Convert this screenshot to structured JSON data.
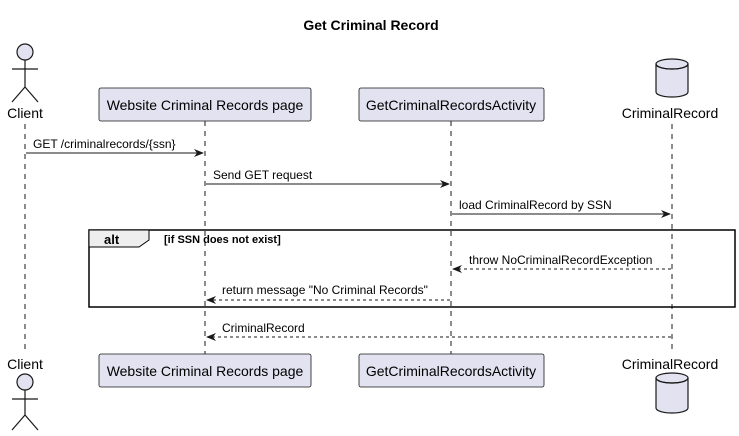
{
  "title": "Get Criminal Record",
  "colors": {
    "box_fill": "#E2E2F0",
    "box_stroke": "#181818",
    "line": "#181818",
    "alt_header_fill": "#EEEEEE"
  },
  "participants": [
    {
      "id": "client",
      "label": "Client",
      "kind": "actor",
      "icon": "actor-stick-figure-icon"
    },
    {
      "id": "website",
      "label": "Website Criminal Records page",
      "kind": "participant"
    },
    {
      "id": "activity",
      "label": "GetCriminalRecordsActivity",
      "kind": "participant"
    },
    {
      "id": "db",
      "label": "CriminalRecord",
      "kind": "database",
      "icon": "database-cylinder-icon"
    }
  ],
  "messages": [
    {
      "from": "client",
      "to": "website",
      "label": "GET /criminalrecords/{ssn}",
      "style": "solid"
    },
    {
      "from": "website",
      "to": "activity",
      "label": "Send GET request",
      "style": "solid"
    },
    {
      "from": "activity",
      "to": "db",
      "label": "load CriminalRecord by SSN",
      "style": "solid"
    },
    {
      "from": "db",
      "to": "activity",
      "label": "throw NoCriminalRecordException",
      "style": "dashed"
    },
    {
      "from": "activity",
      "to": "website",
      "label": "return message \"No Criminal Records\"",
      "style": "dashed"
    },
    {
      "from": "db",
      "to": "website",
      "label": "CriminalRecord",
      "style": "dashed"
    }
  ],
  "alt": {
    "label": "alt",
    "condition": "[if SSN does not exist]"
  }
}
